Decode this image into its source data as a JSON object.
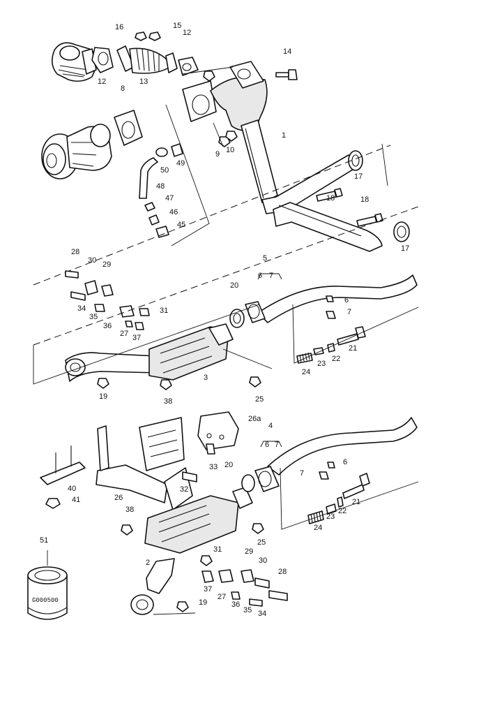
{
  "diagram": {
    "callouts": {
      "c1": "1",
      "c2": "2",
      "c3": "3",
      "c4": "4",
      "c5": "5",
      "c6a": "6",
      "c6b": "6",
      "c6c": "6",
      "c6d": "6",
      "c7a": "7",
      "c7b": "7",
      "c7c": "7",
      "c7d": "7",
      "c8": "8",
      "c9": "9",
      "c10": "10",
      "c12a": "12",
      "c12b": "12",
      "c13": "13",
      "c14": "14",
      "c15": "15",
      "c16": "16",
      "c17a": "17",
      "c17b": "17",
      "c18a": "18",
      "c18b": "18",
      "c19a": "19",
      "c19b": "19",
      "c20a": "20",
      "c20b": "20",
      "c21a": "21",
      "c21b": "21",
      "c22a": "22",
      "c22b": "22",
      "c23a": "23",
      "c23b": "23",
      "c24a": "24",
      "c24b": "24",
      "c25a": "25",
      "c25b": "25",
      "c26": "26",
      "c26a": "26a",
      "c27a": "27",
      "c27b": "27",
      "c28a": "28",
      "c28b": "28",
      "c29a": "29",
      "c29b": "29",
      "c30a": "30",
      "c30b": "30",
      "c31a": "31",
      "c31b": "31",
      "c32": "32",
      "c33": "33",
      "c34a": "34",
      "c34b": "34",
      "c35a": "35",
      "c35b": "35",
      "c36a": "36",
      "c36b": "36",
      "c37a": "37",
      "c37b": "37",
      "c38a": "38",
      "c38b": "38",
      "c40": "40",
      "c41": "41",
      "c45": "45",
      "c46": "46",
      "c47": "47",
      "c48": "48",
      "c49": "49",
      "c50": "50",
      "c51": "51"
    },
    "part51_marking": "G000500"
  }
}
